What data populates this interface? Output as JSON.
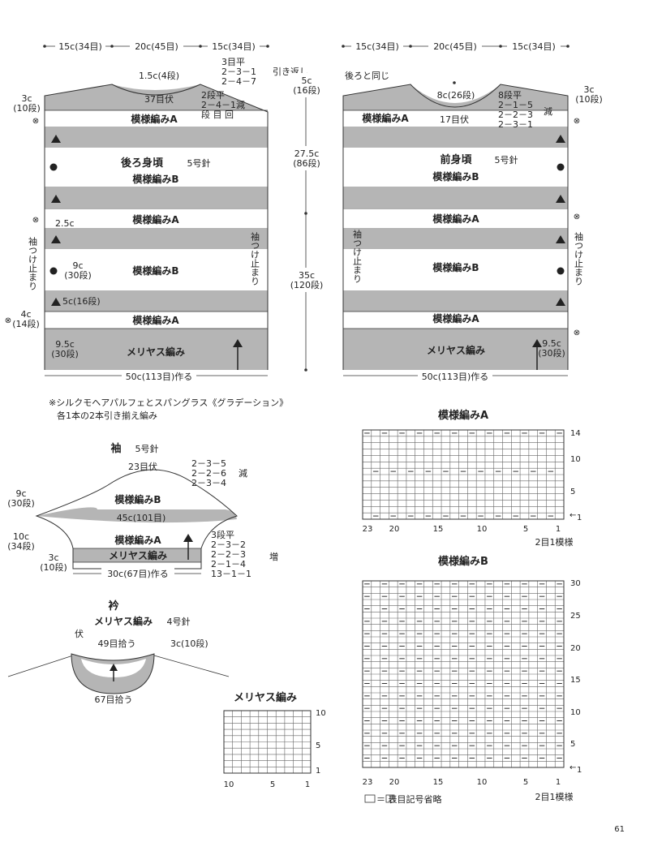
{
  "top_dims_left": [
    "15c(34目)",
    "20c(45目)",
    "15c(34目)"
  ],
  "top_dims_right": [
    "15c(34目)",
    "20c(45目)",
    "15c(34目)"
  ],
  "back": {
    "shoulder_rows": "1.5c(4段)",
    "bind_off": "37目伏",
    "shoulder_steps": [
      "3目平",
      "2－3－1",
      "2－4－7"
    ],
    "hikikaeshi": "引き返し",
    "neck_steps": [
      "2段平",
      "2－4－1減",
      "段 目 回"
    ],
    "shoulder_side": [
      "3c",
      "(10段)"
    ],
    "center_top": [
      "5c",
      "(16段)"
    ],
    "center_mid": [
      "27.5c",
      "(86段)"
    ],
    "center_bottom": [
      "35c",
      "(120段)"
    ],
    "title": "後ろ身頃",
    "needle": "5号針",
    "pattern_a": "模様編みA",
    "pattern_b": "模様編みB",
    "armhole_gap": "2.5c",
    "mid_side": [
      "9c",
      "(30段)"
    ],
    "band_label": "5c(16段)",
    "lower_side": [
      "4c",
      "(14段)"
    ],
    "hem_side": [
      "9.5c",
      "(30段)"
    ],
    "stockinette": "メリヤス編み",
    "cast_on": "50c(113目)作る",
    "sleeve_mark": "袖つけ止まり"
  },
  "front": {
    "same_as_back": "後ろと同じ",
    "neck_depth": "8c(26段)",
    "neck_steps": [
      "8段平",
      "2－1－5",
      "2－2－3",
      "2－3－1"
    ],
    "neck_dec": "減",
    "bind_off": "17目伏",
    "shoulder_side": [
      "3c",
      "(10段)"
    ],
    "title": "前身頃",
    "needle": "5号針",
    "pattern_a": "模様編みA",
    "pattern_b": "模様編みB",
    "stockinette": "メリヤス編み",
    "hem_side": [
      "9.5c",
      "(30段)"
    ],
    "cast_on": "50c(113目)作る",
    "sleeve_mark": "袖つけ止まり"
  },
  "yarn_note": [
    "※シルクモヘアパルフェとスパングラス《グラデーション》",
    "各1本の2本引き揃え編み"
  ],
  "sleeve": {
    "title": "袖",
    "needle": "5号針",
    "bind_off": "23目伏",
    "top_steps": [
      "2－3－5",
      "2－2－6",
      "2－3－4"
    ],
    "top_dec": "減",
    "pattern_b": "模様編みB",
    "width": "45c(101目)",
    "pattern_a": "模様編みA",
    "stockinette": "メリヤス編み",
    "inc_steps": [
      "3段平",
      "2－3－2",
      "2－2－3",
      "2－1－4",
      "13－1－1"
    ],
    "inc": "増",
    "side_top": [
      "9c",
      "(30段)"
    ],
    "side_mid": [
      "10c",
      "(34段)"
    ],
    "side_low": [
      "3c",
      "(10段)"
    ],
    "cast_on": "30c(67目)作る"
  },
  "collar": {
    "title": "衿",
    "subtitle": "メリヤス編み",
    "needle": "4号針",
    "fuku": "伏",
    "pickup_back": "49目拾う",
    "height": "3c(10段)",
    "pickup_front": "67目拾う"
  },
  "chart_a": {
    "title": "模様編みA",
    "cols": 23,
    "rows": 14,
    "row_labels": [
      "14",
      "10",
      "5",
      "1"
    ],
    "col_labels": [
      "23",
      "20",
      "15",
      "10",
      "5",
      "1"
    ],
    "repeat": "2目1模様"
  },
  "chart_b": {
    "title": "模様編みB",
    "cols": 23,
    "rows": 30,
    "row_labels": [
      "30",
      "25",
      "20",
      "15",
      "10",
      "5",
      "1"
    ],
    "col_labels": [
      "23",
      "20",
      "15",
      "10",
      "5",
      "1"
    ],
    "repeat": "2目1模様"
  },
  "chart_st": {
    "title": "メリヤス編み",
    "cols": 10,
    "rows": 10,
    "row_labels": [
      "10",
      "5",
      "1"
    ],
    "col_labels": [
      "10",
      "5",
      "1"
    ]
  },
  "legend": "＝ 表目記号省略",
  "page_number": "61"
}
